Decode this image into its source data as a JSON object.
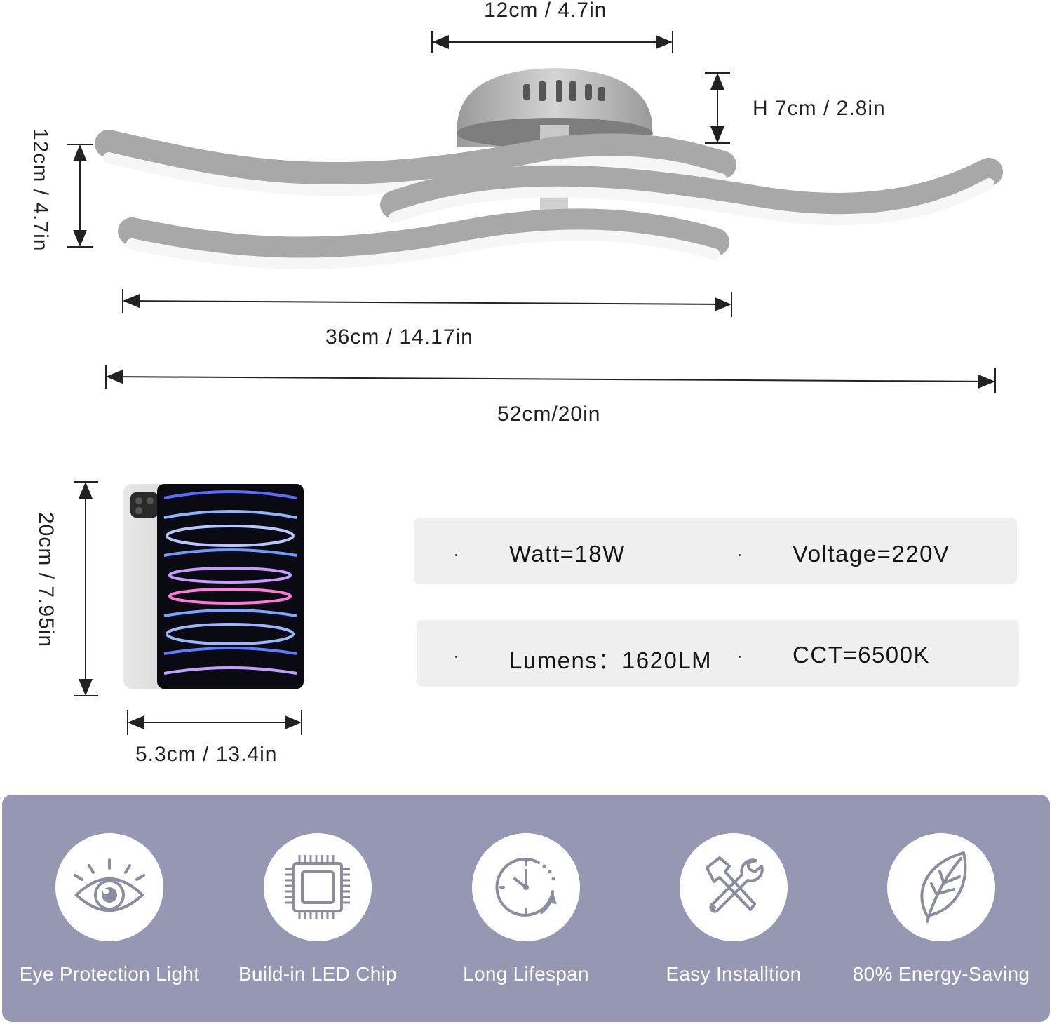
{
  "dimensions": {
    "base_width": "12cm / 4.7in",
    "height": "H 7cm / 2.8in",
    "depth": "12cm / 4.7in",
    "short_bar": "36cm / 14.17in",
    "total_width": "52cm/20in",
    "tablet_height": "20cm / 7.95in",
    "tablet_width": "5.3cm / 13.4in"
  },
  "specs": {
    "row1": {
      "left": "Watt=18W",
      "right": "Voltage=220V"
    },
    "row2": {
      "left": "Lumens：1620LM",
      "right": "CCT=6500K"
    }
  },
  "features": [
    {
      "icon": "eye-icon",
      "label": "Eye Protection Light"
    },
    {
      "icon": "chip-icon",
      "label": "Build-in LED Chip"
    },
    {
      "icon": "clock-icon",
      "label": "Long Lifespan"
    },
    {
      "icon": "tools-icon",
      "label": "Easy Installtion"
    },
    {
      "icon": "leaf-icon",
      "label": "80% Energy-Saving"
    }
  ],
  "colors": {
    "feature_band": "#9597b3",
    "spec_panel": "#efefef",
    "icon_stroke": "#8b8c9e"
  }
}
